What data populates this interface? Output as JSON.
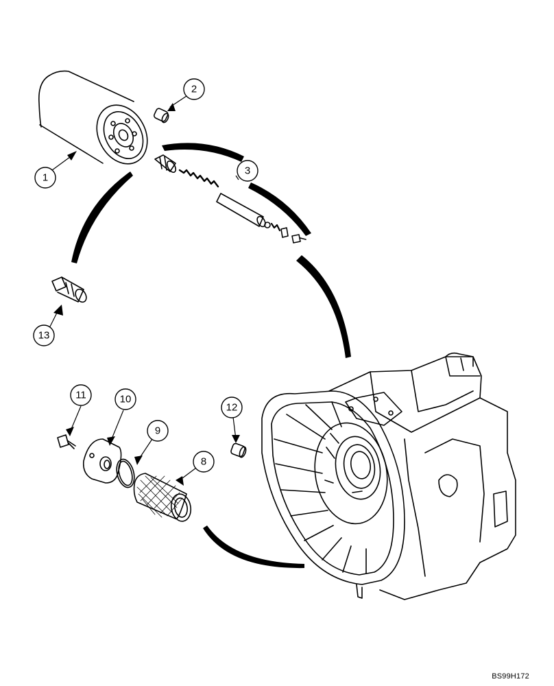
{
  "callouts": [
    {
      "id": "1",
      "label": "1"
    },
    {
      "id": "2",
      "label": "2"
    },
    {
      "id": "3",
      "label": "3"
    },
    {
      "id": "8",
      "label": "8"
    },
    {
      "id": "9",
      "label": "9"
    },
    {
      "id": "10",
      "label": "10"
    },
    {
      "id": "11",
      "label": "11"
    },
    {
      "id": "12",
      "label": "12"
    },
    {
      "id": "13",
      "label": "13"
    }
  ],
  "drawing_code": "BS99H172"
}
